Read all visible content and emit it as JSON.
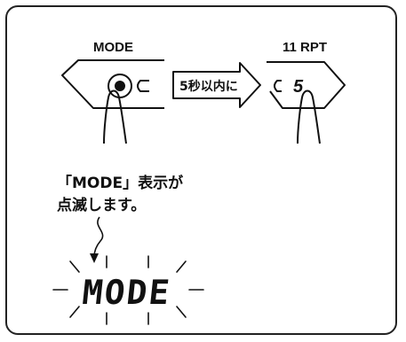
{
  "mode_button": {
    "label": "MODE"
  },
  "rpt_button": {
    "label": "11 RPT",
    "display_digit": "5"
  },
  "arrow": {
    "label": "5秒以内に"
  },
  "caption": {
    "line1": "「MODE」表示が",
    "line2": "点滅します。"
  },
  "display": {
    "text": "MODE"
  }
}
